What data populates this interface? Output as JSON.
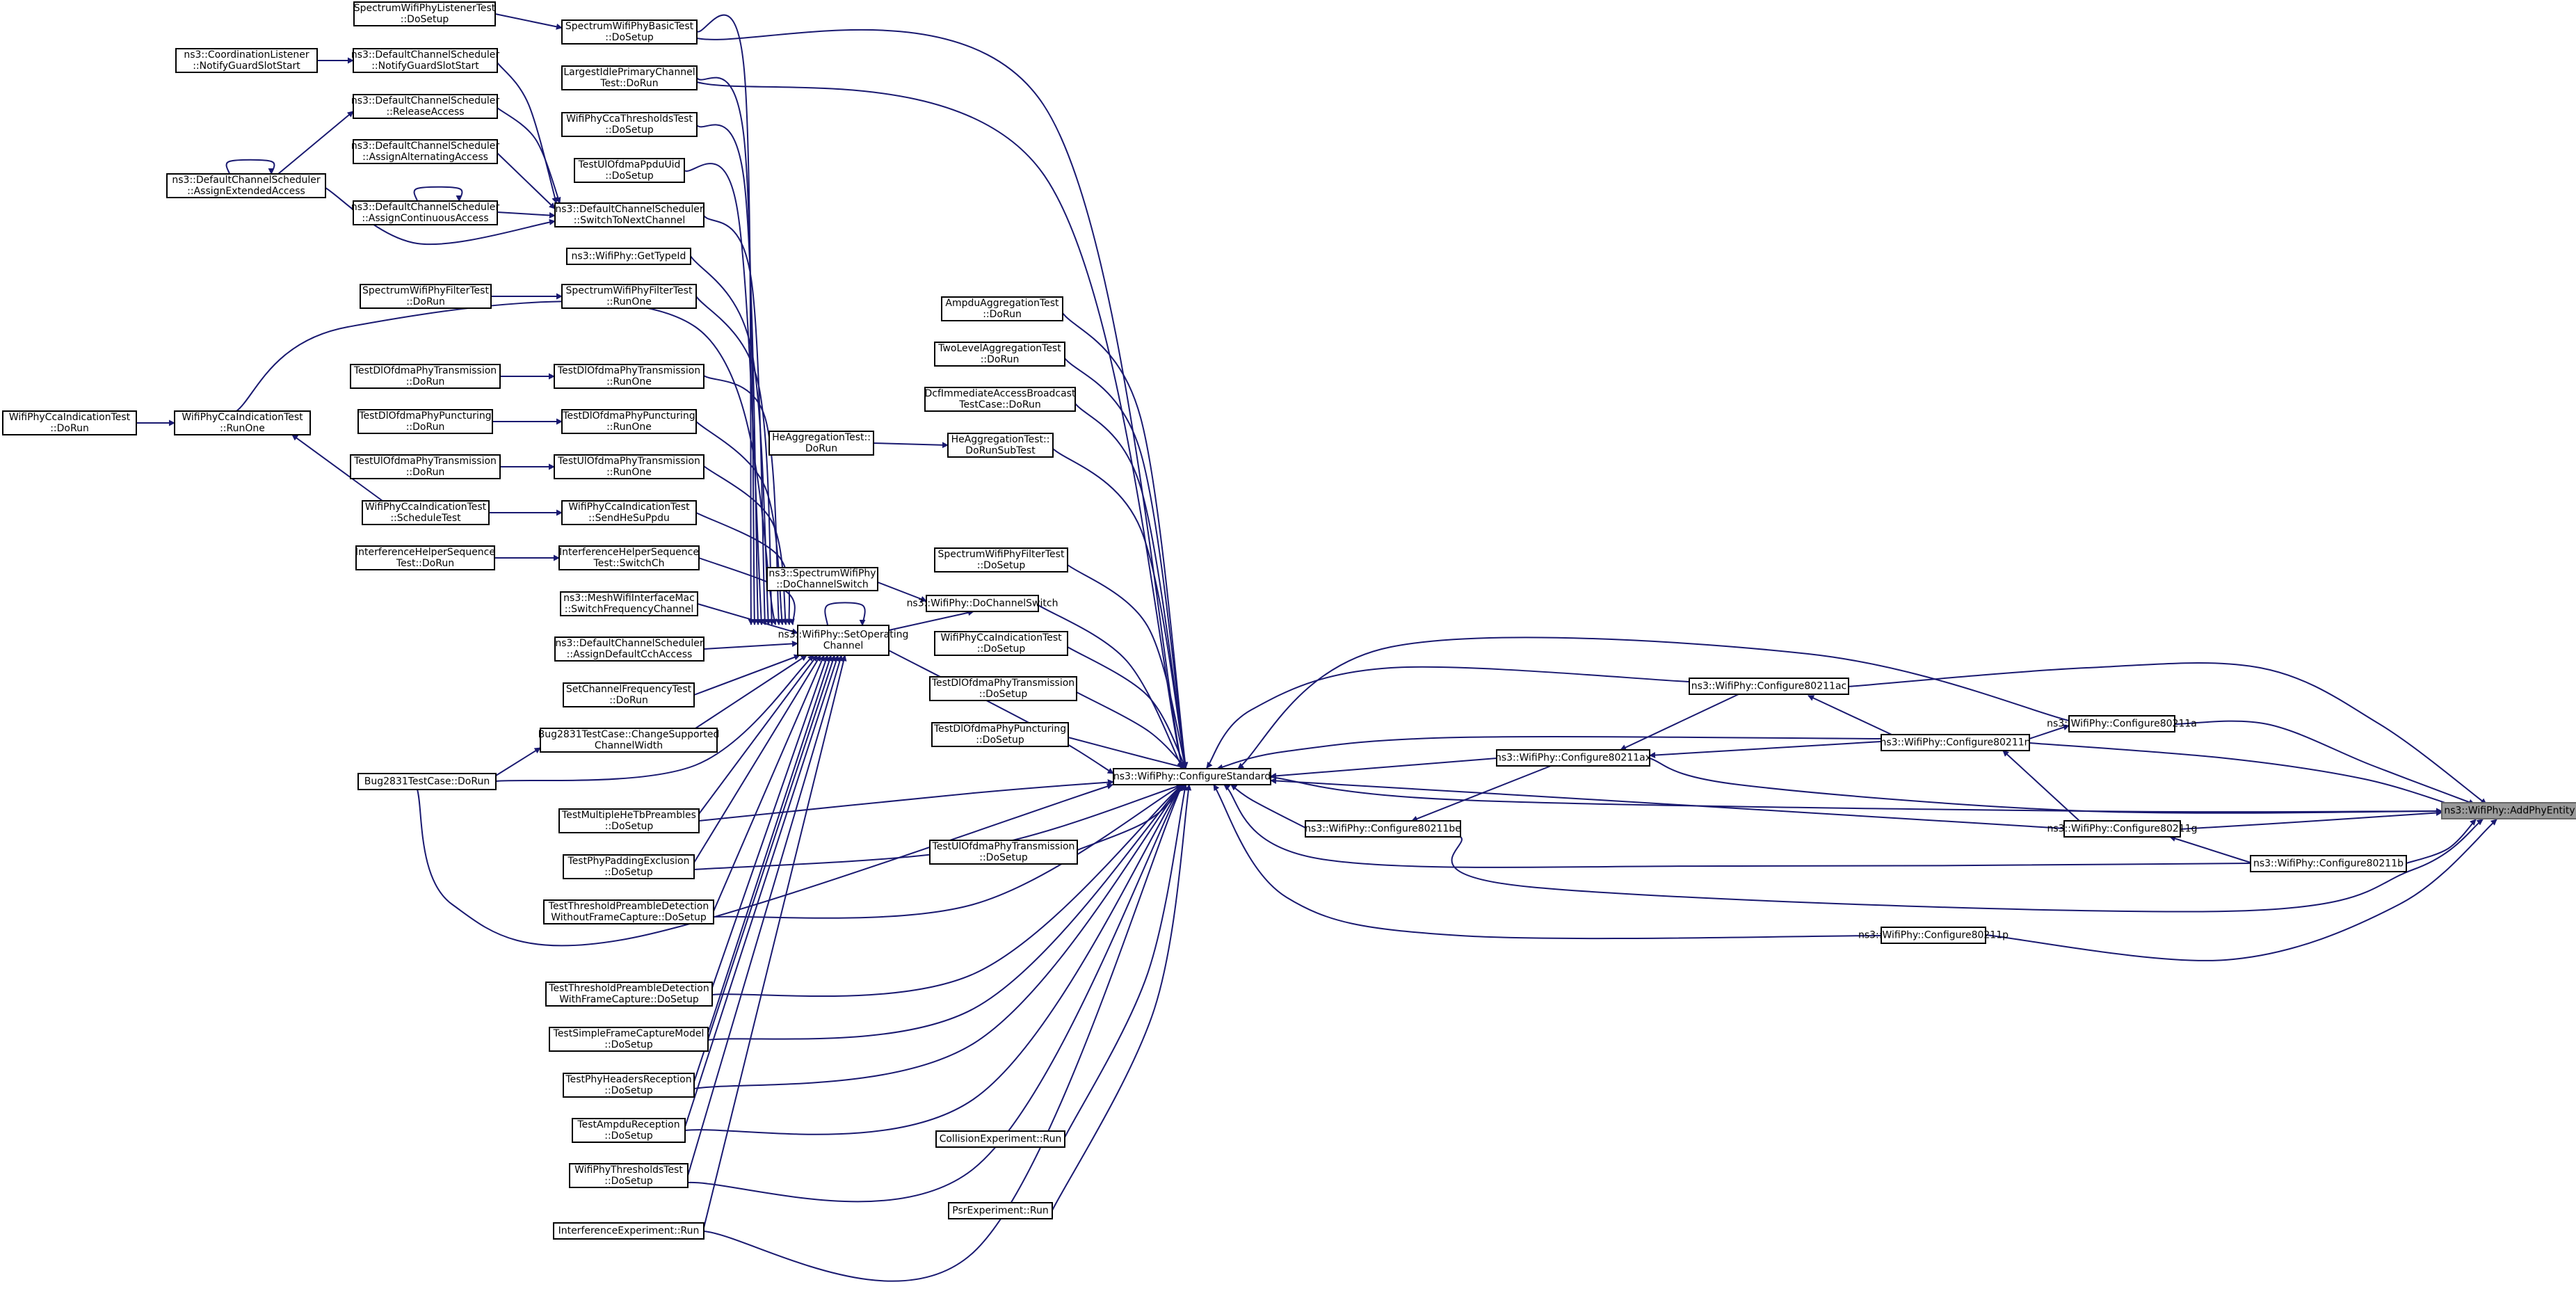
{
  "graph": {
    "root": "AddPhyEntity",
    "colors": {
      "edge": "#191970",
      "node_border": "#000000",
      "root_fill": "#999999",
      "background": "#ffffff"
    },
    "nodes": [
      {
        "id": "AddPhyEntity",
        "lines": [
          "ns3::WifiPhy::AddPhyEntity"
        ]
      },
      {
        "id": "C11a",
        "lines": [
          "ns3::WifiPhy::Configure80211a"
        ]
      },
      {
        "id": "C11ac",
        "lines": [
          "ns3::WifiPhy::Configure80211ac"
        ]
      },
      {
        "id": "C11n",
        "lines": [
          "ns3::WifiPhy::Configure80211n"
        ]
      },
      {
        "id": "C11ax",
        "lines": [
          "ns3::WifiPhy::Configure80211ax"
        ]
      },
      {
        "id": "C11g",
        "lines": [
          "ns3::WifiPhy::Configure80211g"
        ]
      },
      {
        "id": "C11b",
        "lines": [
          "ns3::WifiPhy::Configure80211b"
        ]
      },
      {
        "id": "C11be",
        "lines": [
          "ns3::WifiPhy::Configure80211be"
        ]
      },
      {
        "id": "C11p",
        "lines": [
          "ns3::WifiPhy::Configure80211p"
        ]
      },
      {
        "id": "ConfigureStandard",
        "lines": [
          "ns3::WifiPhy::ConfigureStandard"
        ]
      },
      {
        "id": "DoChannelSwitch",
        "lines": [
          "ns3::WifiPhy::DoChannelSwitch"
        ]
      },
      {
        "id": "SetOperatingChannel",
        "lines": [
          "ns3::WifiPhy::SetOperating",
          "Channel"
        ]
      },
      {
        "id": "SpecDoChannelSwitch",
        "lines": [
          "ns3::SpectrumWifiPhy",
          "::DoChannelSwitch"
        ]
      },
      {
        "id": "AmpduAggTest",
        "lines": [
          "AmpduAggregationTest",
          "::DoRun"
        ]
      },
      {
        "id": "TwoLevelAgg",
        "lines": [
          "TwoLevelAggregationTest",
          "::DoRun"
        ]
      },
      {
        "id": "DcfImmediate",
        "lines": [
          "DcfImmediateAccessBroadcast",
          "TestCase::DoRun"
        ]
      },
      {
        "id": "HeAggSub",
        "lines": [
          "HeAggregationTest::",
          "DoRunSubTest"
        ]
      },
      {
        "id": "HeAggDoRun",
        "lines": [
          "HeAggregationTest::",
          "DoRun"
        ]
      },
      {
        "id": "SpecFilterSetup",
        "lines": [
          "SpectrumWifiPhyFilterTest",
          "::DoSetup"
        ]
      },
      {
        "id": "CcaIndSetup",
        "lines": [
          "WifiPhyCcaIndicationTest",
          "::DoSetup"
        ]
      },
      {
        "id": "DlOfdmaTxSetup",
        "lines": [
          "TestDlOfdmaPhyTransmission",
          "::DoSetup"
        ]
      },
      {
        "id": "DlOfdmaPuncSetup",
        "lines": [
          "TestDlOfdmaPhyPuncturing",
          "::DoSetup"
        ]
      },
      {
        "id": "UlOfdmaTxSetup",
        "lines": [
          "TestUlOfdmaPhyTransmission",
          "::DoSetup"
        ]
      },
      {
        "id": "CollisionExp",
        "lines": [
          "CollisionExperiment::Run"
        ]
      },
      {
        "id": "PsrExp",
        "lines": [
          "PsrExperiment::Run"
        ]
      },
      {
        "id": "SpecBasicSetup",
        "lines": [
          "SpectrumWifiPhyBasicTest",
          "::DoSetup"
        ]
      },
      {
        "id": "LargestIdle",
        "lines": [
          "LargestIdlePrimaryChannel",
          "Test::DoRun"
        ]
      },
      {
        "id": "CcaThreshSetup",
        "lines": [
          "WifiPhyCcaThresholdsTest",
          "::DoSetup"
        ]
      },
      {
        "id": "UlOfdmaPpduUid",
        "lines": [
          "TestUlOfdmaPpduUid",
          "::DoSetup"
        ]
      },
      {
        "id": "SwitchToNext",
        "lines": [
          "ns3::DefaultChannelScheduler",
          "::SwitchToNextChannel"
        ]
      },
      {
        "id": "GetTypeId",
        "lines": [
          "ns3::WifiPhy::GetTypeId"
        ]
      },
      {
        "id": "SpecFilterRunOne",
        "lines": [
          "SpectrumWifiPhyFilterTest",
          "::RunOne"
        ]
      },
      {
        "id": "DlOfdmaTxRunOne",
        "lines": [
          "TestDlOfdmaPhyTransmission",
          "::RunOne"
        ]
      },
      {
        "id": "DlOfdmaPuncRunOne",
        "lines": [
          "TestDlOfdmaPhyPuncturing",
          "::RunOne"
        ]
      },
      {
        "id": "UlOfdmaTxRunOne",
        "lines": [
          "TestUlOfdmaPhyTransmission",
          "::RunOne"
        ]
      },
      {
        "id": "CcaSendHeSu",
        "lines": [
          "WifiPhyCcaIndicationTest",
          "::SendHeSuPpdu"
        ]
      },
      {
        "id": "IntfSwitchCh",
        "lines": [
          "InterferenceHelperSequence",
          "Test::SwitchCh"
        ]
      },
      {
        "id": "MeshSwitchFreq",
        "lines": [
          "ns3::MeshWifiInterfaceMac",
          "::SwitchFrequencyChannel"
        ]
      },
      {
        "id": "AssignDefaultCch",
        "lines": [
          "ns3::DefaultChannelScheduler",
          "::AssignDefaultCchAccess"
        ]
      },
      {
        "id": "SetChanFreq",
        "lines": [
          "SetChannelFrequencyTest",
          "::DoRun"
        ]
      },
      {
        "id": "Bug2831Change",
        "lines": [
          "Bug2831TestCase::ChangeSupported",
          "ChannelWidth"
        ]
      },
      {
        "id": "Bug2831DoRun",
        "lines": [
          "Bug2831TestCase::DoRun"
        ]
      },
      {
        "id": "MultiHeTb",
        "lines": [
          "TestMultipleHeTbPreambles",
          "::DoSetup"
        ]
      },
      {
        "id": "PhyPadding",
        "lines": [
          "TestPhyPaddingExclusion",
          "::DoSetup"
        ]
      },
      {
        "id": "ThreshWithout",
        "lines": [
          "TestThresholdPreambleDetection",
          "WithoutFrameCapture::DoSetup"
        ]
      },
      {
        "id": "ThreshWith",
        "lines": [
          "TestThresholdPreambleDetection",
          "WithFrameCapture::DoSetup"
        ]
      },
      {
        "id": "SimpleFrameCap",
        "lines": [
          "TestSimpleFrameCaptureModel",
          "::DoSetup"
        ]
      },
      {
        "id": "PhyHeadersRx",
        "lines": [
          "TestPhyHeadersReception",
          "::DoSetup"
        ]
      },
      {
        "id": "AmpduRx",
        "lines": [
          "TestAmpduReception",
          "::DoSetup"
        ]
      },
      {
        "id": "ThreshTest",
        "lines": [
          "WifiPhyThresholdsTest",
          "::DoSetup"
        ]
      },
      {
        "id": "IntfExp",
        "lines": [
          "InterferenceExperiment::Run"
        ]
      },
      {
        "id": "SpecListener",
        "lines": [
          "SpectrumWifiPhyListenerTest",
          "::DoSetup"
        ]
      },
      {
        "id": "NotifyGuard",
        "lines": [
          "ns3::DefaultChannelScheduler",
          "::NotifyGuardSlotStart"
        ]
      },
      {
        "id": "ReleaseAccess",
        "lines": [
          "ns3::DefaultChannelScheduler",
          "::ReleaseAccess"
        ]
      },
      {
        "id": "AssignAlt",
        "lines": [
          "ns3::DefaultChannelScheduler",
          "::AssignAlternatingAccess"
        ]
      },
      {
        "id": "AssignCont",
        "lines": [
          "ns3::DefaultChannelScheduler",
          "::AssignContinuousAccess"
        ]
      },
      {
        "id": "CoordListener",
        "lines": [
          "ns3::CoordinationListener",
          "::NotifyGuardSlotStart"
        ]
      },
      {
        "id": "AssignExt",
        "lines": [
          "ns3::DefaultChannelScheduler",
          "::AssignExtendedAccess"
        ]
      },
      {
        "id": "SpecFilterDoRun",
        "lines": [
          "SpectrumWifiPhyFilterTest",
          "::DoRun"
        ]
      },
      {
        "id": "CcaRunOne",
        "lines": [
          "WifiPhyCcaIndicationTest",
          "::RunOne"
        ]
      },
      {
        "id": "CcaDoRun",
        "lines": [
          "WifiPhyCcaIndicationTest",
          "::DoRun"
        ]
      },
      {
        "id": "DlOfdmaTxDoRun",
        "lines": [
          "TestDlOfdmaPhyTransmission",
          "::DoRun"
        ]
      },
      {
        "id": "DlOfdmaPuncDoRun",
        "lines": [
          "TestDlOfdmaPhyPuncturing",
          "::DoRun"
        ]
      },
      {
        "id": "UlOfdmaTxDoRun",
        "lines": [
          "TestUlOfdmaPhyTransmission",
          "::DoRun"
        ]
      },
      {
        "id": "CcaSchedule",
        "lines": [
          "WifiPhyCcaIndicationTest",
          "::ScheduleTest"
        ]
      },
      {
        "id": "IntfSeqDoRun",
        "lines": [
          "InterferenceHelperSequence",
          "Test::DoRun"
        ]
      }
    ],
    "edges": [
      [
        "C11a",
        "AddPhyEntity"
      ],
      [
        "C11ac",
        "AddPhyEntity"
      ],
      [
        "C11n",
        "AddPhyEntity"
      ],
      [
        "C11ax",
        "AddPhyEntity"
      ],
      [
        "ConfigureStandard",
        "AddPhyEntity"
      ],
      [
        "C11g",
        "AddPhyEntity"
      ],
      [
        "C11b",
        "AddPhyEntity"
      ],
      [
        "C11be",
        "AddPhyEntity"
      ],
      [
        "C11p",
        "AddPhyEntity"
      ],
      [
        "C11n",
        "C11a"
      ],
      [
        "C11n",
        "C11ac"
      ],
      [
        "C11g",
        "C11n"
      ],
      [
        "C11b",
        "C11g"
      ],
      [
        "C11ac",
        "C11ax"
      ],
      [
        "C11n",
        "C11ax"
      ],
      [
        "C11ax",
        "C11be"
      ],
      [
        "C11ac",
        "ConfigureStandard"
      ],
      [
        "C11n",
        "ConfigureStandard"
      ],
      [
        "C11g",
        "ConfigureStandard"
      ],
      [
        "C11b",
        "ConfigureStandard"
      ],
      [
        "C11p",
        "ConfigureStandard"
      ],
      [
        "C11be",
        "ConfigureStandard"
      ],
      [
        "C11ax",
        "ConfigureStandard"
      ],
      [
        "C11a",
        "ConfigureStandard"
      ],
      [
        "DoChannelSwitch",
        "ConfigureStandard"
      ],
      [
        "SetOperatingChannel",
        "ConfigureStandard"
      ],
      [
        "AmpduAggTest",
        "ConfigureStandard"
      ],
      [
        "TwoLevelAgg",
        "ConfigureStandard"
      ],
      [
        "DcfImmediate",
        "ConfigureStandard"
      ],
      [
        "HeAggSub",
        "ConfigureStandard"
      ],
      [
        "SpecFilterSetup",
        "ConfigureStandard"
      ],
      [
        "CcaIndSetup",
        "ConfigureStandard"
      ],
      [
        "DlOfdmaTxSetup",
        "ConfigureStandard"
      ],
      [
        "DlOfdmaPuncSetup",
        "ConfigureStandard"
      ],
      [
        "UlOfdmaTxSetup",
        "ConfigureStandard"
      ],
      [
        "CollisionExp",
        "ConfigureStandard"
      ],
      [
        "PsrExp",
        "ConfigureStandard"
      ],
      [
        "SpecBasicSetup",
        "ConfigureStandard"
      ],
      [
        "LargestIdle",
        "ConfigureStandard"
      ],
      [
        "MultiHeTb",
        "ConfigureStandard"
      ],
      [
        "PhyPadding",
        "ConfigureStandard"
      ],
      [
        "ThreshWithout",
        "ConfigureStandard"
      ],
      [
        "ThreshWith",
        "ConfigureStandard"
      ],
      [
        "SimpleFrameCap",
        "ConfigureStandard"
      ],
      [
        "PhyHeadersRx",
        "ConfigureStandard"
      ],
      [
        "AmpduRx",
        "ConfigureStandard"
      ],
      [
        "ThreshTest",
        "ConfigureStandard"
      ],
      [
        "IntfExp",
        "ConfigureStandard"
      ],
      [
        "Bug2831DoRun",
        "ConfigureStandard"
      ],
      [
        "SpecDoChannelSwitch",
        "DoChannelSwitch"
      ],
      [
        "SetOperatingChannel",
        "DoChannelSwitch"
      ],
      [
        "HeAggDoRun",
        "HeAggSub"
      ],
      [
        "SetOperatingChannel",
        "SetOperatingChannel"
      ],
      [
        "SpecBasicSetup",
        "SetOperatingChannel"
      ],
      [
        "LargestIdle",
        "SetOperatingChannel"
      ],
      [
        "CcaThreshSetup",
        "SetOperatingChannel"
      ],
      [
        "UlOfdmaPpduUid",
        "SetOperatingChannel"
      ],
      [
        "SwitchToNext",
        "SetOperatingChannel"
      ],
      [
        "GetTypeId",
        "SetOperatingChannel"
      ],
      [
        "SpecFilterRunOne",
        "SetOperatingChannel"
      ],
      [
        "CcaRunOne",
        "SetOperatingChannel"
      ],
      [
        "DlOfdmaTxRunOne",
        "SetOperatingChannel"
      ],
      [
        "DlOfdmaPuncRunOne",
        "SetOperatingChannel"
      ],
      [
        "UlOfdmaTxRunOne",
        "SetOperatingChannel"
      ],
      [
        "CcaSendHeSu",
        "SetOperatingChannel"
      ],
      [
        "IntfSwitchCh",
        "SetOperatingChannel"
      ],
      [
        "MeshSwitchFreq",
        "SetOperatingChannel"
      ],
      [
        "AssignDefaultCch",
        "SetOperatingChannel"
      ],
      [
        "SetChanFreq",
        "SetOperatingChannel"
      ],
      [
        "Bug2831Change",
        "SetOperatingChannel"
      ],
      [
        "Bug2831DoRun",
        "SetOperatingChannel"
      ],
      [
        "MultiHeTb",
        "SetOperatingChannel"
      ],
      [
        "PhyPadding",
        "SetOperatingChannel"
      ],
      [
        "ThreshWithout",
        "SetOperatingChannel"
      ],
      [
        "ThreshWith",
        "SetOperatingChannel"
      ],
      [
        "SimpleFrameCap",
        "SetOperatingChannel"
      ],
      [
        "PhyHeadersRx",
        "SetOperatingChannel"
      ],
      [
        "AmpduRx",
        "SetOperatingChannel"
      ],
      [
        "ThreshTest",
        "SetOperatingChannel"
      ],
      [
        "IntfExp",
        "SetOperatingChannel"
      ],
      [
        "SpecListener",
        "SpecBasicSetup"
      ],
      [
        "NotifyGuard",
        "SwitchToNext"
      ],
      [
        "ReleaseAccess",
        "SwitchToNext"
      ],
      [
        "AssignAlt",
        "SwitchToNext"
      ],
      [
        "AssignCont",
        "SwitchToNext"
      ],
      [
        "AssignExt",
        "SwitchToNext"
      ],
      [
        "CoordListener",
        "NotifyGuard"
      ],
      [
        "AssignExt",
        "ReleaseAccess"
      ],
      [
        "AssignExt",
        "AssignExt"
      ],
      [
        "AssignCont",
        "AssignCont"
      ],
      [
        "SpecFilterDoRun",
        "SpecFilterRunOne"
      ],
      [
        "CcaDoRun",
        "CcaRunOne"
      ],
      [
        "CcaSchedule",
        "CcaRunOne"
      ],
      [
        "DlOfdmaTxDoRun",
        "DlOfdmaTxRunOne"
      ],
      [
        "DlOfdmaPuncDoRun",
        "DlOfdmaPuncRunOne"
      ],
      [
        "UlOfdmaTxDoRun",
        "UlOfdmaTxRunOne"
      ],
      [
        "CcaSchedule",
        "CcaSendHeSu"
      ],
      [
        "IntfSeqDoRun",
        "IntfSwitchCh"
      ],
      [
        "Bug2831DoRun",
        "Bug2831Change"
      ]
    ]
  }
}
